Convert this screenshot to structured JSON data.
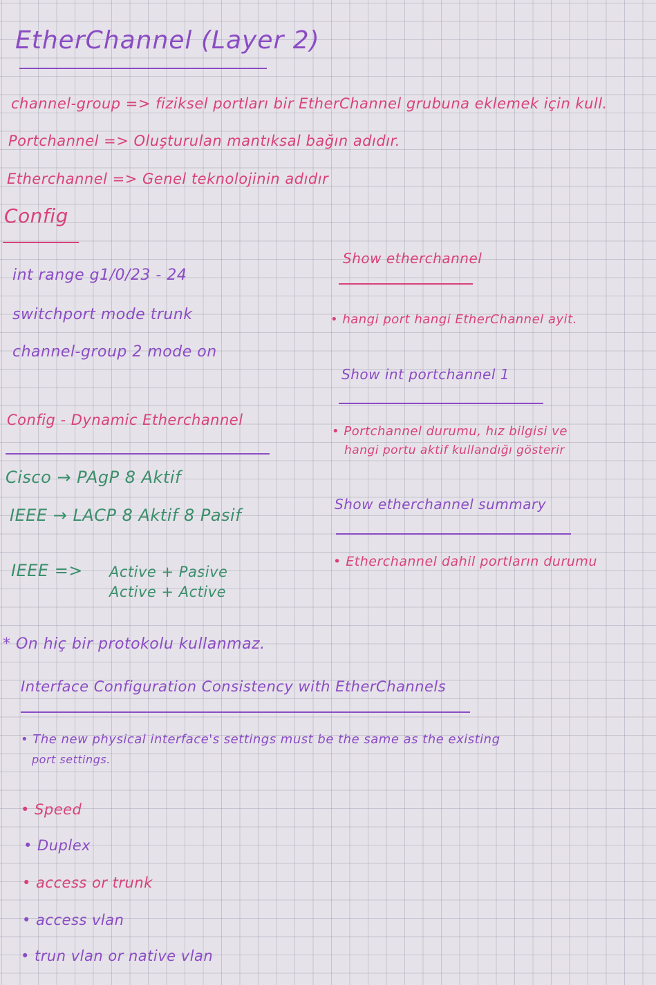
{
  "colors": {
    "pink": "#d8427a",
    "purple": "#8a4cc4",
    "green": "#3a8f6a",
    "paper": "#e6e2e9"
  },
  "title": "EtherChannel (Layer 2)",
  "definitions": [
    "channel-group => fiziksel portları bir EtherChannel grubuna eklemek için kull.",
    "Portchannel => Oluşturulan mantıksal bağın adıdır.",
    "Etherchannel => Genel teknolojinin adıdır"
  ],
  "config": {
    "heading": "Config",
    "lines": [
      "int range g1/0/23 - 24",
      "switchport mode trunk",
      "channel-group 2 mode on"
    ]
  },
  "dynamic": {
    "heading": "Config - Dynamic Etherchannel",
    "cisco": "Cisco → PAgP 8 Aktif",
    "ieee": "IEEE → LACP 8 Aktif 8 Pasif",
    "combo_label": "IEEE =>",
    "combo_1": "Active + Pasive",
    "combo_2": "Active + Active"
  },
  "show_commands": [
    {
      "cmd": "Show etherchannel",
      "desc": [
        "• hangi port hangi EtherChannel ayit."
      ]
    },
    {
      "cmd": "Show int portchannel 1",
      "desc": [
        "• Portchannel durumu, hız bilgisi ve",
        "hangi portu aktif kullandığı gösterir"
      ]
    },
    {
      "cmd": "Show etherchannel summary",
      "desc": [
        "• Etherchannel dahil portların durumu"
      ]
    }
  ],
  "note": "* On hiç bir protokolu kullanmaz.",
  "consistency": {
    "heading": "Interface Configuration Consistency with EtherChannels",
    "lead_1": "• The new physical interface's settings must be the same as the existing",
    "lead_2": "port settings.",
    "items": [
      "• Speed",
      "• Duplex",
      "• access or trunk",
      "• access vlan",
      "• trun vlan or native vlan"
    ]
  }
}
